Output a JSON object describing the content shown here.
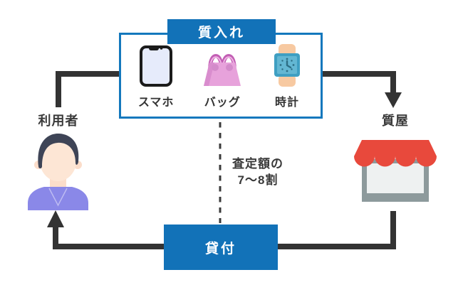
{
  "colors": {
    "accent_blue": "#1272b8",
    "box_border_blue": "#1478bd",
    "arrow_dark": "#333333",
    "text_dark": "#3a3a3a",
    "awning_red": "#e8493c",
    "shop_body_gray": "#8d9a9c",
    "shirt_purple": "#8a88e8",
    "bag_pink": "#e7a2db",
    "watch_teal": "#3f9fc2"
  },
  "pledge_box": {
    "header": "質入れ",
    "items": [
      {
        "icon": "smartphone-icon",
        "label": "スマホ"
      },
      {
        "icon": "handbag-icon",
        "label": "バッグ"
      },
      {
        "icon": "watch-icon",
        "label": "時計"
      }
    ]
  },
  "actors": {
    "user": {
      "label": "利用者"
    },
    "pawnshop": {
      "label": "質屋"
    }
  },
  "note": {
    "line1": "査定額の",
    "line2": "7～8割"
  },
  "loan_box": {
    "label": "貸付"
  }
}
